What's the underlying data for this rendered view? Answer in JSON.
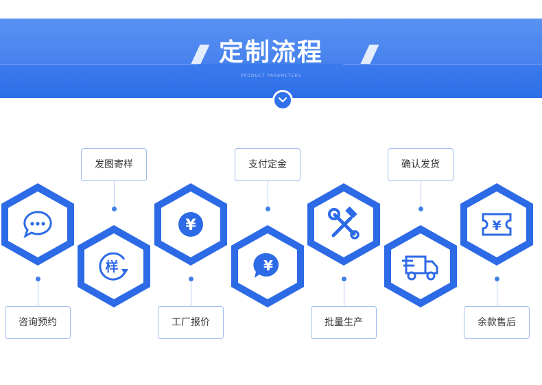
{
  "header": {
    "title": "定制流程",
    "subtitle": "PRODUCT PARAMETERS"
  },
  "steps": [
    {
      "label": "咨询预约",
      "icon": "chat-bubble-icon"
    },
    {
      "label": "发图寄样",
      "icon": "sample-stamp-icon"
    },
    {
      "label": "工厂报价",
      "icon": "yen-coin-icon"
    },
    {
      "label": "支付定金",
      "icon": "yen-chat-icon"
    },
    {
      "label": "批量生产",
      "icon": "hammer-wrench-icon"
    },
    {
      "label": "确认发货",
      "icon": "delivery-truck-icon"
    },
    {
      "label": "余款售后",
      "icon": "yen-ticket-icon"
    }
  ],
  "icon_text": {
    "sample": "样",
    "yen": "¥"
  },
  "colors": {
    "banner": "#2c6ee8",
    "hex_outer": "#2d6ae6",
    "hex_inner": "#ffffff",
    "icon_fill": "#2d6ae6",
    "border": "#9fbcec"
  }
}
